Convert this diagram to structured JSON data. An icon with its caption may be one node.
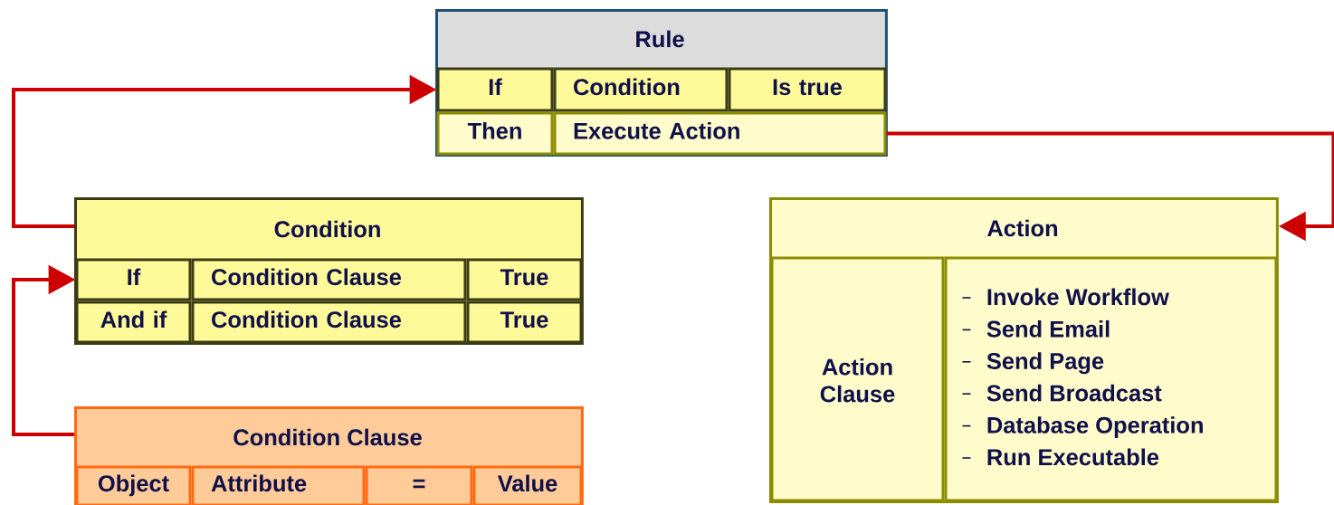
{
  "diagram": {
    "nodes": [
      {
        "text": [
          "Rule"
        ]
      },
      {
        "text": [
          "If"
        ],
        "in": 0
      },
      {
        "text": [
          "Condition"
        ],
        "in": 0
      },
      {
        "text": [
          "Is true"
        ],
        "in": 0
      },
      {
        "text": [
          "Then"
        ],
        "in": 0
      },
      {
        "text": [
          "Execute Action"
        ],
        "in": 0
      },
      {
        "text": [
          "Condition"
        ]
      },
      {
        "text": [
          "If"
        ],
        "in": 6
      },
      {
        "text": [
          "Condition Clause"
        ],
        "in": 6
      },
      {
        "text": [
          "True"
        ],
        "in": 6
      },
      {
        "text": [
          "And if"
        ],
        "in": 6
      },
      {
        "text": [
          "Condition Clause"
        ],
        "in": 6
      },
      {
        "text": [
          "True"
        ],
        "in": 6
      },
      {
        "text": [
          "Action"
        ]
      },
      {
        "text": [
          "Action Clause"
        ],
        "in": 13
      },
      {
        "text": [
          "Invoke Workflow",
          "Send Email",
          "Send Page",
          "Send Broadcast",
          "Database Operation",
          "Run Executable"
        ],
        "in": 13
      },
      {
        "text": [
          "Condition Clause"
        ]
      },
      {
        "text": [
          "Object"
        ],
        "in": 16
      },
      {
        "text": [
          "Attribute"
        ],
        "in": 16
      },
      {
        "text": [
          "="
        ],
        "in": 16
      },
      {
        "text": [
          "Value"
        ],
        "in": 16
      }
    ],
    "edges": [
      {
        "from": 6,
        "to": 1,
        "arrow": "to"
      },
      {
        "from": 5,
        "to": 13,
        "arrow": "to"
      },
      {
        "from": 16,
        "to": 7,
        "arrow": "to"
      }
    ]
  }
}
